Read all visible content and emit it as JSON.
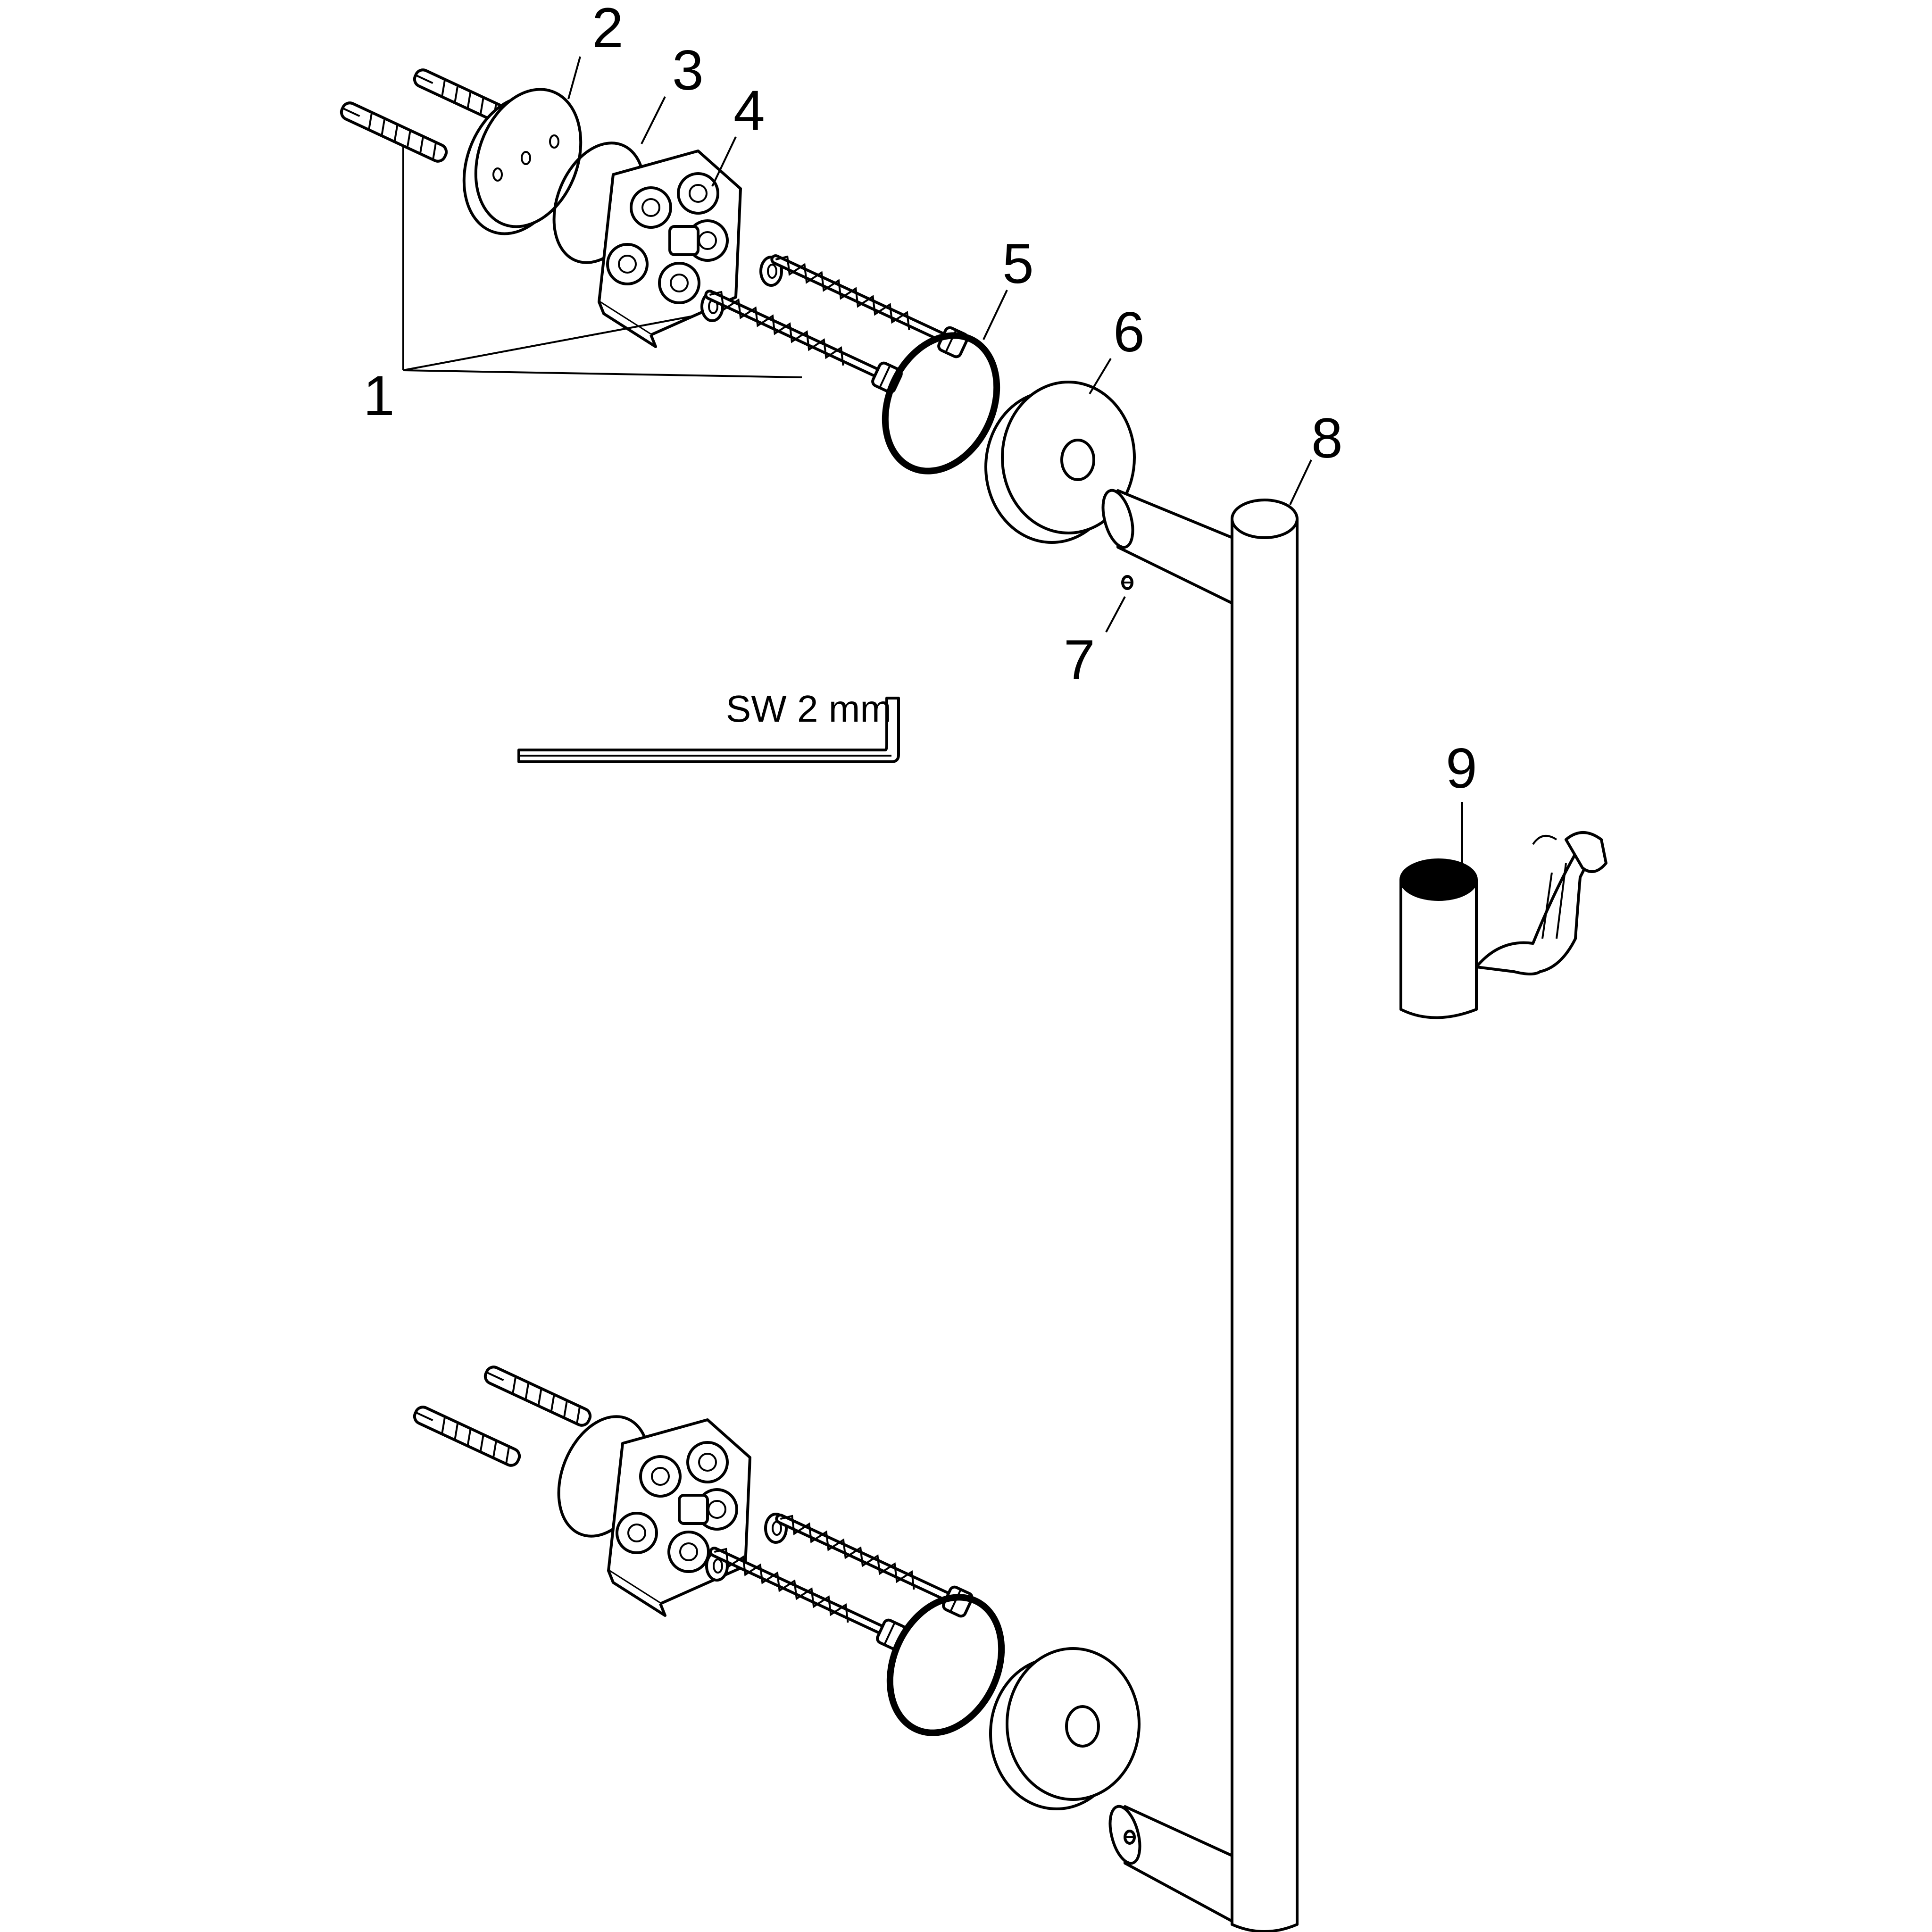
{
  "diagram": {
    "type": "exploded-assembly",
    "parts": [
      {
        "id": "part-1",
        "label": "1"
      },
      {
        "id": "part-2",
        "label": "2"
      },
      {
        "id": "part-3",
        "label": "3"
      },
      {
        "id": "part-4",
        "label": "4"
      },
      {
        "id": "part-5",
        "label": "5"
      },
      {
        "id": "part-6",
        "label": "6"
      },
      {
        "id": "part-7",
        "label": "7"
      },
      {
        "id": "part-8",
        "label": "8"
      },
      {
        "id": "part-9",
        "label": "9"
      }
    ],
    "tool_label": "SW 2 mm"
  }
}
